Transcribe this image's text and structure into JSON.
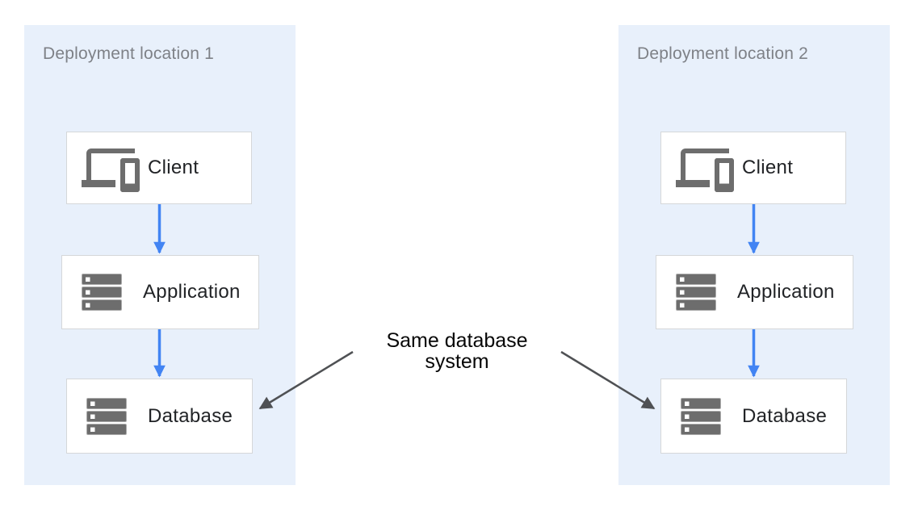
{
  "diagram": {
    "panels": [
      {
        "title": "Deployment location 1",
        "nodes": [
          {
            "label": "Client",
            "icon": "devices-icon"
          },
          {
            "label": "Application",
            "icon": "server-stack-icon"
          },
          {
            "label": "Database",
            "icon": "server-stack-icon"
          }
        ]
      },
      {
        "title": "Deployment location 2",
        "nodes": [
          {
            "label": "Client",
            "icon": "devices-icon"
          },
          {
            "label": "Application",
            "icon": "server-stack-icon"
          },
          {
            "label": "Database",
            "icon": "server-stack-icon"
          }
        ]
      }
    ],
    "annotation": {
      "lines": [
        "Same database",
        "system"
      ]
    }
  },
  "colors": {
    "panel_bg": "#e8f0fb",
    "panel_title": "#7e8187",
    "box_bg": "#ffffff",
    "box_border": "#d5d7d9",
    "node_label": "#212326",
    "icon_gray": "#6d6d6d",
    "icon_outline": "#ababab",
    "blue_arrow": "#4284f3",
    "gray_arrow": "#4f5154",
    "annotation_text": "#070707",
    "canvas_bg": "#ffffff"
  }
}
